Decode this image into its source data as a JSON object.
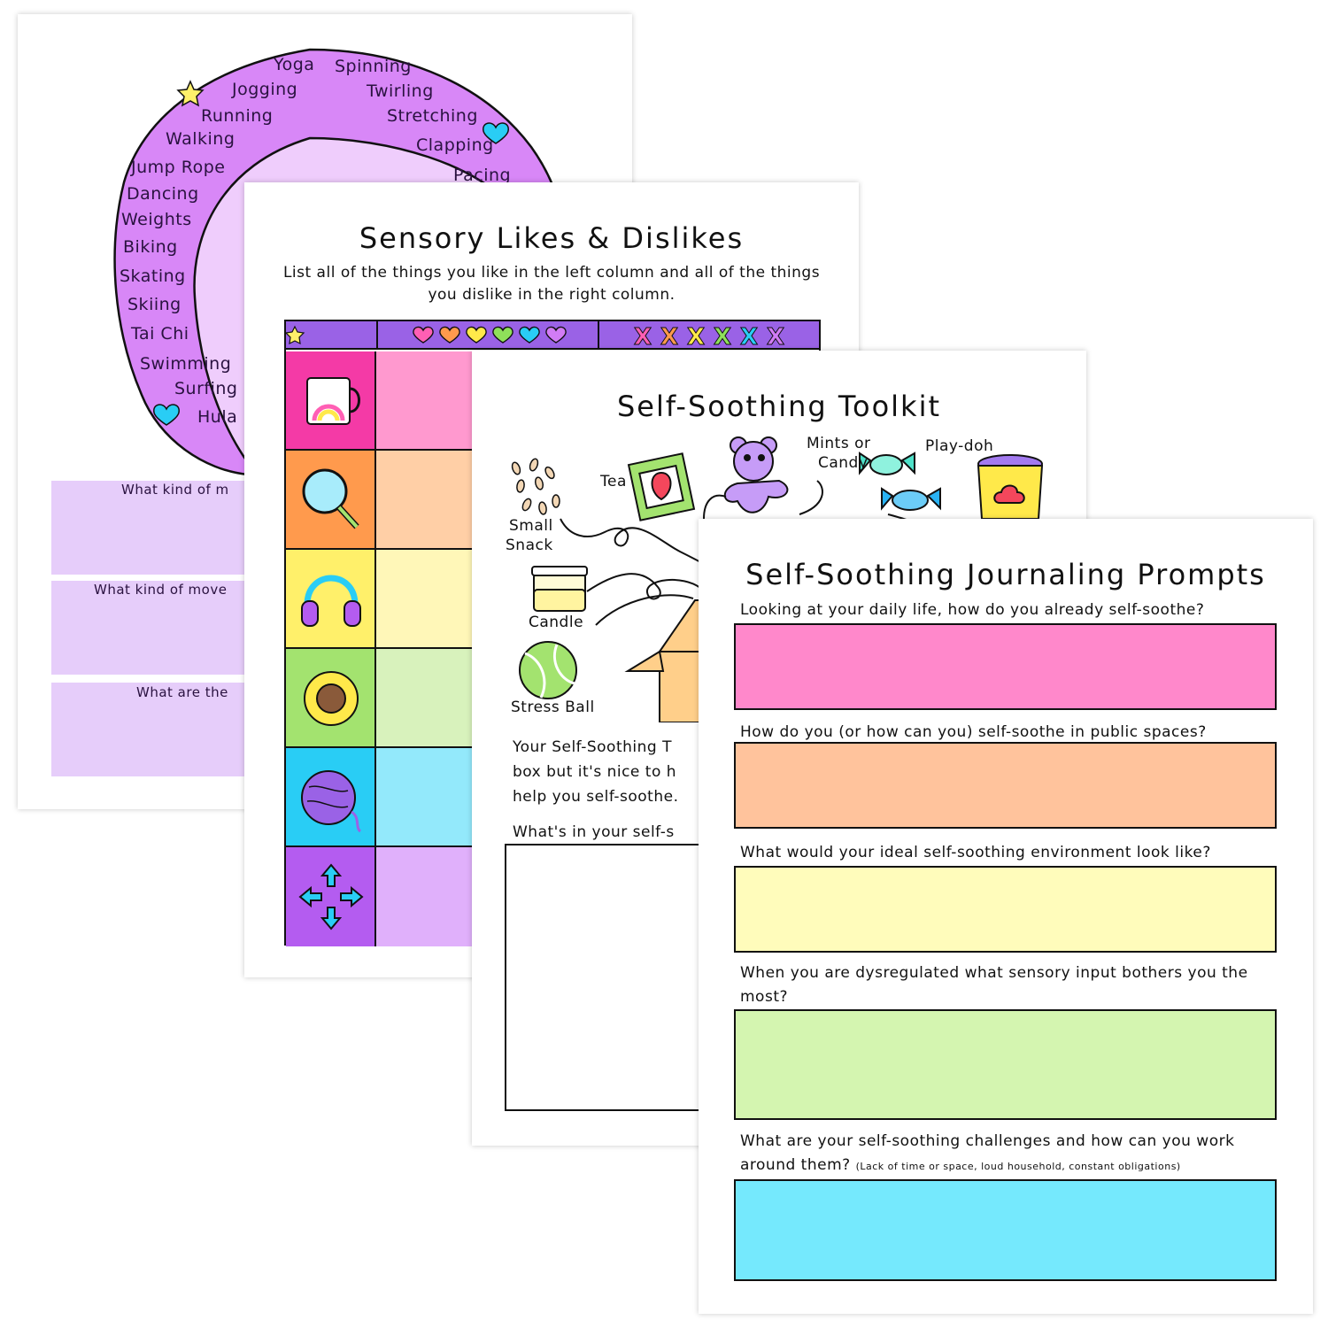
{
  "movement_page": {
    "words": [
      "Yoga",
      "Spinning",
      "Jogging",
      "Twirling",
      "Running",
      "Stretching",
      "Walking",
      "Clapping",
      "Jump Rope",
      "Pacing",
      "Dancing",
      "Weights",
      "Biking",
      "Skating",
      "Skiing",
      "Tai Chi",
      "Swimming",
      "Surfing",
      "Hula"
    ],
    "questions": [
      "What kind of m",
      "What kind of move",
      "What are the"
    ]
  },
  "sensory_page": {
    "title": "Sensory Likes & Dislikes",
    "instructions": "List all of the things you like in the left column and all of the things you dislike in the right column.",
    "rows": [
      {
        "icon": "mug-icon",
        "dark": "#f43aa6",
        "light": "#ff99cf"
      },
      {
        "icon": "magnifier-icon",
        "dark": "#ff9a4d",
        "light": "#ffcfa6"
      },
      {
        "icon": "headphones-icon",
        "dark": "#fff06a",
        "light": "#fff7b8"
      },
      {
        "icon": "sunflower-icon",
        "dark": "#a3e36f",
        "light": "#d8f2bc"
      },
      {
        "icon": "yarn-icon",
        "dark": "#29cdf5",
        "light": "#93e9fb"
      },
      {
        "icon": "arrows-icon",
        "dark": "#b45cf0",
        "light": "#e0b0fb"
      }
    ]
  },
  "toolkit_page": {
    "title": "Self-Soothing Toolkit",
    "labels": {
      "tea": "Tea",
      "mints_line1": "Mints or",
      "mints_line2": "Candy",
      "playdoh": "Play-doh",
      "snack_line1": "Small",
      "snack_line2": "Snack",
      "candle": "Candle",
      "stress_ball": "Stress Ball"
    },
    "text_lines": [
      "Your Self-Soothing T",
      "box but it's nice to h",
      "help you self-soothe."
    ],
    "question": "What's in your self-s"
  },
  "journal_page": {
    "title": "Self-Soothing Journaling Prompts",
    "prompts": [
      {
        "text": "Looking at your daily life, how do you already self-soothe?",
        "color": "#ff88cb"
      },
      {
        "text": "How do you (or how can you) self-soothe in public spaces?",
        "color": "#ffc39c"
      },
      {
        "text": "What would your ideal self-soothing environment look like?",
        "color": "#fffcbb"
      },
      {
        "text": "When you are dysregulated what sensory input bothers you the most?",
        "color": "#d4f5b0"
      },
      {
        "text": "What are your self-soothing challenges and how can you work around them?",
        "note": "(Lack of time or space, loud household, constant obligations)",
        "color": "#75e9fd"
      }
    ]
  },
  "colors": {
    "purple_ring": "#d887f7",
    "purple_inner": "#efcdfc",
    "header_purple": "#9a62e6"
  }
}
